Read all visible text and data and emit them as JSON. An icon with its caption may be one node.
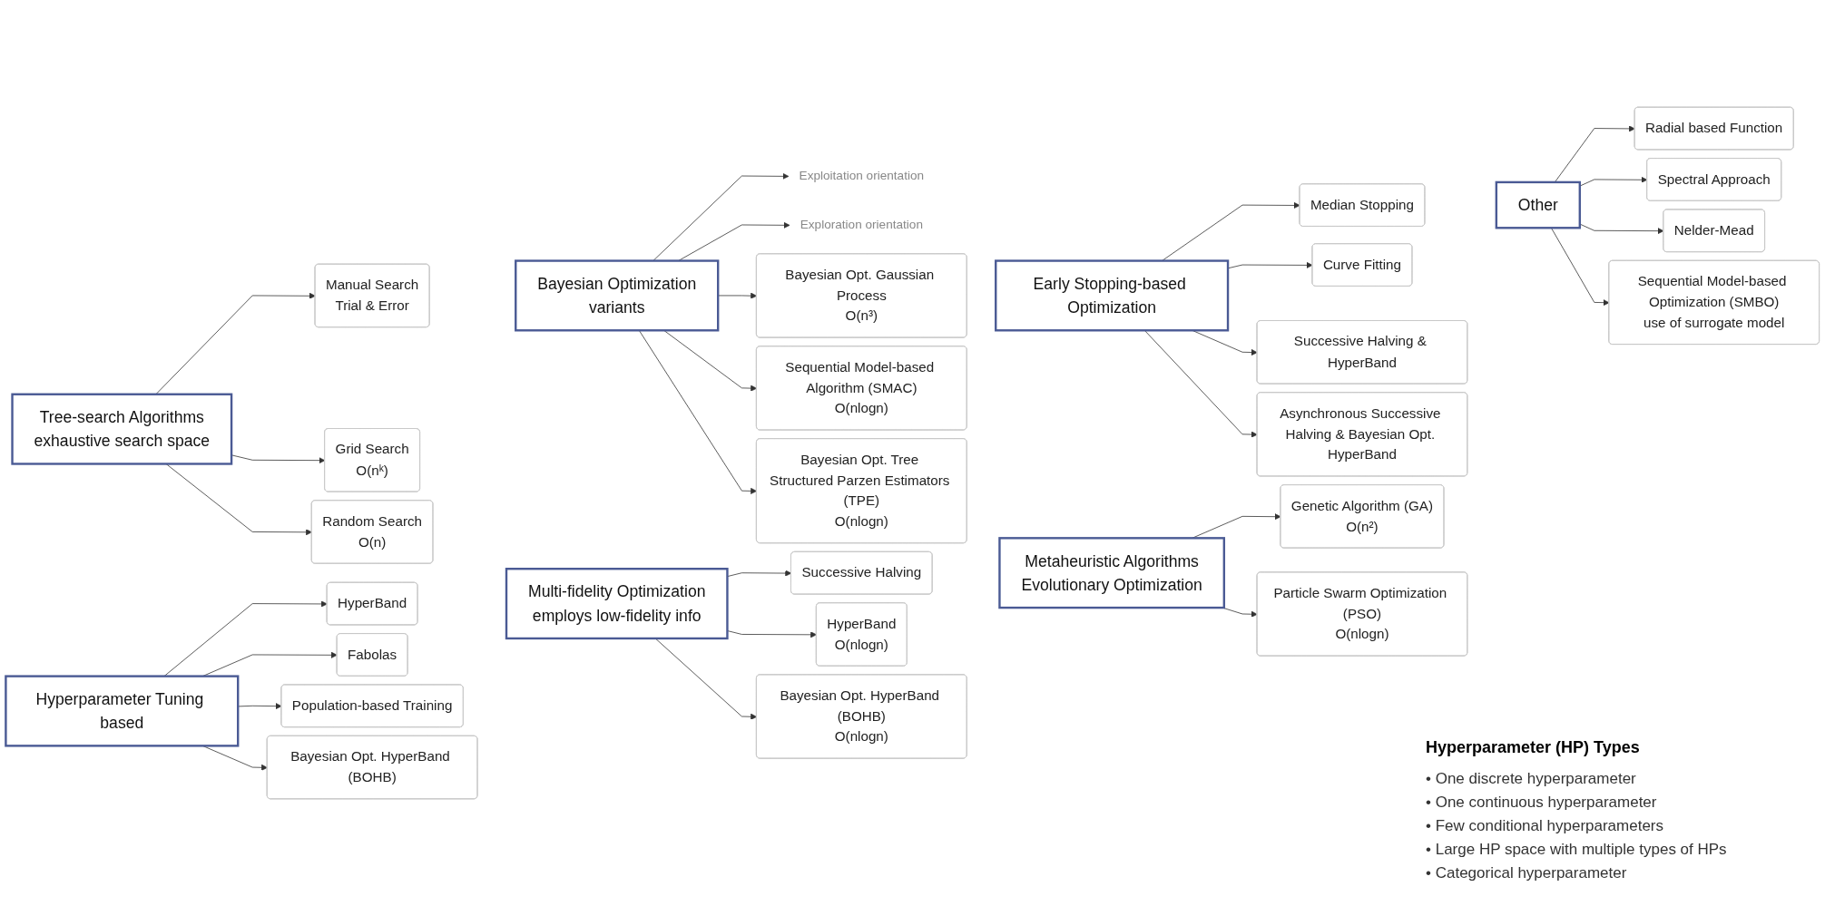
{
  "diagram": {
    "nodes": [
      {
        "text": [
          "Tree-search Algorithms",
          "exhaustive search space"
        ]
      },
      {
        "text": [
          "Manual Search",
          "Trial & Error"
        ]
      },
      {
        "text": [
          "Grid Search",
          "O(nᵏ)"
        ]
      },
      {
        "text": [
          "Random Search",
          "O(n)"
        ]
      },
      {
        "text": [
          "Bayesian Optimization",
          "variants"
        ]
      },
      {
        "text": [
          "Exploitation orientation"
        ]
      },
      {
        "text": [
          "Exploration orientation"
        ]
      },
      {
        "text": [
          "Bayesian Opt. Gaussian Process",
          "O(n³)"
        ]
      },
      {
        "text": [
          "Sequential Model-based Algorithm (SMAC)",
          "O(nlogn)"
        ]
      },
      {
        "text": [
          "Bayesian Opt. Tree Structured Parzen Estimators (TPE)",
          "O(nlogn)"
        ]
      },
      {
        "text": [
          "Early Stopping-based Optimization"
        ]
      },
      {
        "text": [
          "Median Stopping"
        ]
      },
      {
        "text": [
          "Curve Fitting"
        ]
      },
      {
        "text": [
          "Successive Halving & HyperBand"
        ]
      },
      {
        "text": [
          "Asynchronous Successive Halving & Bayesian Opt. HyperBand"
        ]
      },
      {
        "text": [
          "Other"
        ]
      },
      {
        "text": [
          "Radial based Function"
        ]
      },
      {
        "text": [
          "Spectral Approach"
        ]
      },
      {
        "text": [
          "Nelder-Mead"
        ]
      },
      {
        "text": [
          "Sequential Model-based Optimization (SMBO)",
          "use of surrogate model"
        ]
      },
      {
        "text": [
          "Hyperparameter Tuning based"
        ]
      },
      {
        "text": [
          "HyperBand"
        ]
      },
      {
        "text": [
          "Fabolas"
        ]
      },
      {
        "text": [
          "Population-based Training"
        ]
      },
      {
        "text": [
          "Bayesian Opt. HyperBand (BOHB)"
        ]
      },
      {
        "text": [
          "Multi-fidelity Optimization",
          "employs low-fidelity info"
        ]
      },
      {
        "text": [
          "Successive Halving"
        ]
      },
      {
        "text": [
          "HyperBand",
          "O(nlogn)"
        ]
      },
      {
        "text": [
          "Bayesian Opt. HyperBand (BOHB)",
          "O(nlogn)"
        ]
      },
      {
        "text": [
          "Metaheuristic Algorithms",
          "Evolutionary Optimization"
        ]
      },
      {
        "text": [
          "Genetic Algorithm (GA)",
          "O(n²)"
        ]
      },
      {
        "text": [
          "Particle Swarm Optimization (PSO)",
          "O(nlogn)"
        ]
      }
    ],
    "edges": [
      {
        "from": 0,
        "to": 1,
        "arrow": "to"
      },
      {
        "from": 0,
        "to": 2,
        "arrow": "to"
      },
      {
        "from": 0,
        "to": 3,
        "arrow": "to"
      },
      {
        "from": 4,
        "to": 5,
        "arrow": "to"
      },
      {
        "from": 4,
        "to": 6,
        "arrow": "to"
      },
      {
        "from": 4,
        "to": 7,
        "arrow": "to"
      },
      {
        "from": 4,
        "to": 8,
        "arrow": "to"
      },
      {
        "from": 4,
        "to": 9,
        "arrow": "to"
      },
      {
        "from": 10,
        "to": 11,
        "arrow": "to"
      },
      {
        "from": 10,
        "to": 12,
        "arrow": "to"
      },
      {
        "from": 10,
        "to": 13,
        "arrow": "to"
      },
      {
        "from": 10,
        "to": 14,
        "arrow": "to"
      },
      {
        "from": 15,
        "to": 16,
        "arrow": "to"
      },
      {
        "from": 15,
        "to": 17,
        "arrow": "to"
      },
      {
        "from": 15,
        "to": 18,
        "arrow": "to"
      },
      {
        "from": 15,
        "to": 19,
        "arrow": "to"
      },
      {
        "from": 20,
        "to": 21,
        "arrow": "to"
      },
      {
        "from": 20,
        "to": 22,
        "arrow": "to"
      },
      {
        "from": 20,
        "to": 23,
        "arrow": "to"
      },
      {
        "from": 20,
        "to": 24,
        "arrow": "to"
      },
      {
        "from": 25,
        "to": 26,
        "arrow": "to"
      },
      {
        "from": 25,
        "to": 27,
        "arrow": "to"
      },
      {
        "from": 25,
        "to": 28,
        "arrow": "to"
      },
      {
        "from": 29,
        "to": 30,
        "arrow": "to"
      },
      {
        "from": 29,
        "to": 31,
        "arrow": "to"
      }
    ],
    "labels": [
      "Hyperparameter (HP) Types",
      "• One discrete hyperparameter",
      "• One continuous hyperparameter",
      "• Few conditional hyperparameters",
      "• Large HP space with multiple types of HPs",
      "• Categorical hyperparameter"
    ]
  }
}
